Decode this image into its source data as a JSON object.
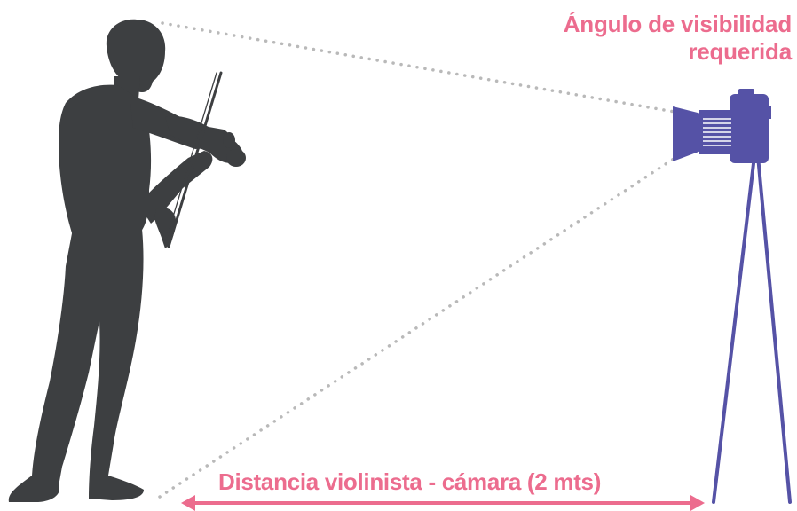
{
  "labels": {
    "angle_line1": "Ángulo de visibilidad",
    "angle_line2": "requerida",
    "distance": "Distancia violinista - cámara (2 mts)"
  },
  "colors": {
    "accent": "#EC6C8E",
    "silhouette": "#3D3F41",
    "camera": "#5552A6",
    "sightline": "#B9B9B9",
    "background": "#FFFFFF"
  },
  "icons": {
    "performer": "violinist-silhouette-icon",
    "camera": "camera-on-tripod-icon",
    "distance": "double-arrow-icon"
  }
}
